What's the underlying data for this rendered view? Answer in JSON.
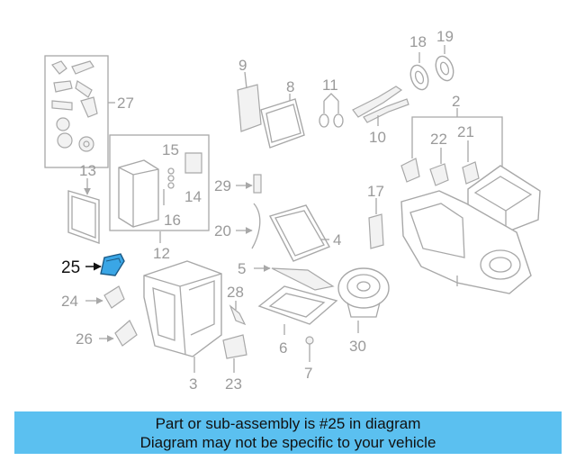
{
  "callouts": {
    "c2": "2",
    "c3": "3",
    "c4": "4",
    "c5": "5",
    "c6": "6",
    "c7": "7",
    "c8": "8",
    "c9": "9",
    "c10": "10",
    "c11": "11",
    "c12": "12",
    "c13": "13",
    "c14": "14",
    "c15": "15",
    "c16": "16",
    "c17": "17",
    "c18": "18",
    "c19": "19",
    "c20": "20",
    "c21": "21",
    "c22": "22",
    "c23": "23",
    "c24": "24",
    "c25": "25",
    "c26": "26",
    "c27": "27",
    "c28": "28",
    "c29": "29",
    "c30": "30"
  },
  "highlight": {
    "part_number": "25",
    "color": "#3aa6e6"
  },
  "banner": {
    "line1": "Part or sub-assembly is #25 in diagram",
    "line2": "Diagram may not be specific to your vehicle",
    "background": "#5bc0f0"
  }
}
